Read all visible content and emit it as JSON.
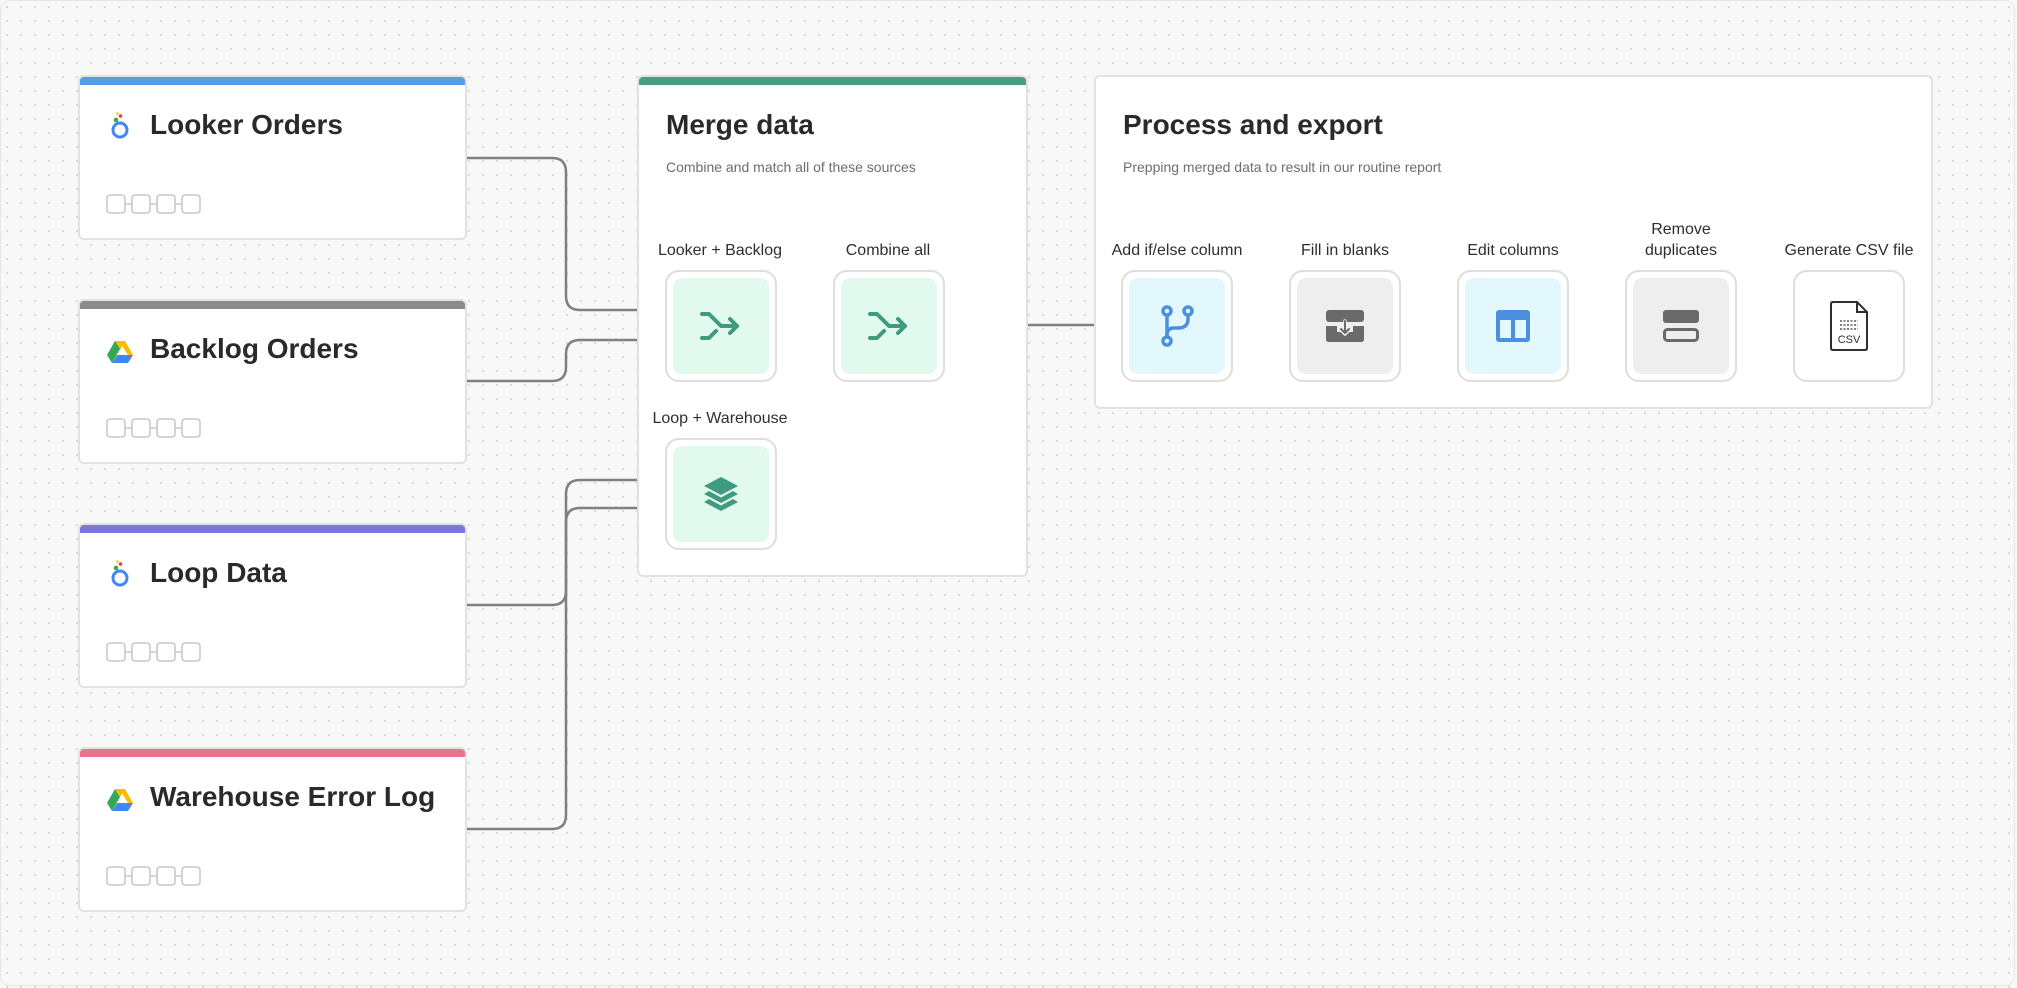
{
  "sources": [
    {
      "title": "Looker Orders",
      "bar_color": "#5b9be6",
      "icon": "looker-icon"
    },
    {
      "title": "Backlog Orders",
      "bar_color": "#8a8a8a",
      "icon": "google-drive-icon"
    },
    {
      "title": "Loop Data",
      "bar_color": "#7b77e0",
      "icon": "looker-icon"
    },
    {
      "title": "Warehouse Error Log",
      "bar_color": "#e8738a",
      "icon": "google-drive-icon"
    }
  ],
  "merge": {
    "title": "Merge data",
    "description": "Combine and match all of these sources",
    "bar_color": "#4e9b85",
    "nodes": [
      {
        "label": "Looker + Backlog",
        "icon": "merge-icon"
      },
      {
        "label": "Combine all",
        "icon": "merge-icon"
      },
      {
        "label": "Loop + Warehouse",
        "icon": "layers-icon"
      }
    ]
  },
  "process": {
    "title": "Process and export",
    "description": "Prepping merged data to result in our routine report",
    "steps": [
      {
        "label": "Add if/else column",
        "icon": "branch-icon"
      },
      {
        "label": "Fill in blanks",
        "icon": "fill-blanks-icon"
      },
      {
        "label": "Edit columns",
        "icon": "columns-icon"
      },
      {
        "label": "Remove duplicates",
        "icon": "remove-duplicates-icon"
      },
      {
        "label": "Generate CSV file",
        "icon": "csv-file-icon",
        "file_text": "CSV"
      }
    ]
  },
  "colors": {
    "merge_fill": "#e2f9ee",
    "merge_icon": "#3f9a7f",
    "branch_fill": "#e2f8fc",
    "branch_icon": "#4a8fe0",
    "gray_fill": "#eeeeee",
    "gray_icon": "#6a6a6a",
    "connector": "#808080"
  }
}
